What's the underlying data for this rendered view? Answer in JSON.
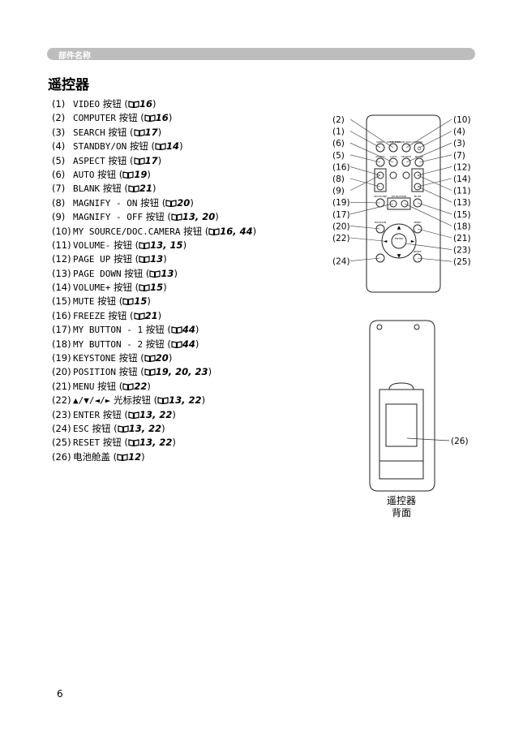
{
  "header": {
    "section": "部件名称"
  },
  "title": "遥控器",
  "items": [
    {
      "num": "(1)",
      "name": "VIDEO",
      "suffix": " 按钮 (",
      "ref": "16",
      "end": ")"
    },
    {
      "num": "(2)",
      "name": "COMPUTER",
      "suffix": " 按钮 (",
      "ref": "16",
      "end": ")"
    },
    {
      "num": "(3)",
      "name": "SEARCH",
      "suffix": " 按钮 (",
      "ref": "17",
      "end": ")"
    },
    {
      "num": "(4)",
      "name": "STANDBY/ON",
      "suffix": " 按钮 (",
      "ref": "14",
      "end": ")"
    },
    {
      "num": "(5)",
      "name": "ASPECT",
      "suffix": " 按钮 (",
      "ref": "17",
      "end": ")"
    },
    {
      "num": "(6)",
      "name": "AUTO",
      "suffix": " 按钮 (",
      "ref": "19",
      "end": ")"
    },
    {
      "num": "(7)",
      "name": "BLANK",
      "suffix": " 按钮 (",
      "ref": "21",
      "end": ")"
    },
    {
      "num": "(8)",
      "name": "MAGNIFY - ON",
      "suffix": " 按钮 (",
      "ref": "20",
      "end": ")"
    },
    {
      "num": "(9)",
      "name": "MAGNIFY - OFF",
      "suffix": " 按钮 (",
      "ref": "13, 20",
      "end": ")"
    },
    {
      "num": "(10)",
      "name": "MY SOURCE/DOC.CAMERA",
      "suffix": " 按钮 (",
      "ref": "16, 44",
      "end": ")"
    },
    {
      "num": "(11)",
      "name": "VOLUME-",
      "suffix": " 按钮 (",
      "ref": "13, 15",
      "end": ")"
    },
    {
      "num": "(12)",
      "name": "PAGE UP",
      "suffix": " 按钮 (",
      "ref": "13",
      "end": ")"
    },
    {
      "num": "(13)",
      "name": "PAGE DOWN",
      "suffix": " 按钮 (",
      "ref": "13",
      "end": ")"
    },
    {
      "num": "(14)",
      "name": "VOLUME+",
      "suffix": " 按钮 (",
      "ref": "15",
      "end": ")"
    },
    {
      "num": "(15)",
      "name": "MUTE",
      "suffix": " 按钮 (",
      "ref": "15",
      "end": ")"
    },
    {
      "num": "(16)",
      "name": "FREEZE",
      "suffix": " 按钮 (",
      "ref": "21",
      "end": ")"
    },
    {
      "num": "(17)",
      "name": "MY BUTTON - 1",
      "suffix": " 按钮 (",
      "ref": "44",
      "end": ")"
    },
    {
      "num": "(18)",
      "name": "MY BUTTON - 2",
      "suffix": " 按钮 (",
      "ref": "44",
      "end": ")"
    },
    {
      "num": "(19)",
      "name": "KEYSTONE",
      "suffix": " 按钮 (",
      "ref": "20",
      "end": ")"
    },
    {
      "num": "(20)",
      "name": "POSITION",
      "suffix": " 按钮 (",
      "ref": "19, 20, 23",
      "end": ")"
    },
    {
      "num": "(21)",
      "name": "MENU",
      "suffix": " 按钮 (",
      "ref": "22",
      "end": ")"
    },
    {
      "num": "(22)",
      "name": "▲/▼/◄/►",
      "suffix": " 光标按钮 (",
      "ref": "13, 22",
      "end": ")"
    },
    {
      "num": "(23)",
      "name": "ENTER",
      "suffix": " 按钮 (",
      "ref": "13, 22",
      "end": ")"
    },
    {
      "num": "(24)",
      "name": "ESC",
      "suffix": " 按钮 (",
      "ref": "13, 22",
      "end": ")"
    },
    {
      "num": "(25)",
      "name": "RESET",
      "suffix": " 按钮 (",
      "ref": "13, 22",
      "end": ")"
    },
    {
      "num": "(26)",
      "name": "",
      "suffix": "电池舱盖 (",
      "ref": "12",
      "end": ")"
    }
  ],
  "diagram_front": {
    "left_callouts": [
      "(2)",
      "(1)",
      "(6)",
      "(5)",
      "(16)",
      "(8)",
      "(9)",
      "(19)",
      "(17)",
      "(20)",
      "(22)",
      "(24)"
    ],
    "right_callouts": [
      "(10)",
      "(4)",
      "(3)",
      "(7)",
      "(12)",
      "(14)",
      "(11)",
      "(13)",
      "(15)",
      "(18)",
      "(21)",
      "(23)",
      "(25)"
    ],
    "button_labels": {
      "video": "VIDEO",
      "computer": "COMPUTER",
      "my_source": "MY SOURCE/ DOC.CAMERA",
      "aspect": "ASPECT",
      "auto": "AUTO",
      "search": "SEARCH",
      "blank": "BLANK",
      "keystone": "KEYSTONE",
      "my_button": "MY BUTTON",
      "mute": "MUTE",
      "position": "POSITION",
      "menu": "MENU",
      "enter": "ENTER",
      "reset": "RESET"
    }
  },
  "diagram_back": {
    "callout": "(26)",
    "caption_line1": "遥控器",
    "caption_line2": "背面"
  },
  "page_number": "6"
}
